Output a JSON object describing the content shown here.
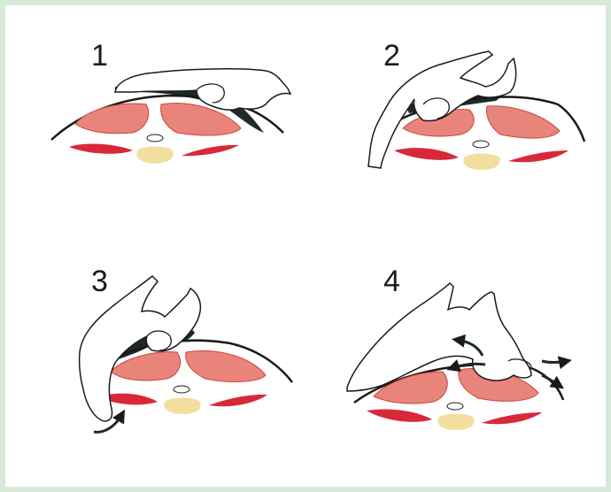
{
  "colors": {
    "border": "#d6ead8",
    "outline": "#1a1a1a",
    "muscle_upper_fill": "#e9847a",
    "muscle_upper_stroke": "#c9473c",
    "muscle_lower": "#d9283a",
    "spine_fill": "#f2dfa0",
    "dark_fill": "#1c2a2a",
    "hand_fill": "#ffffff"
  },
  "panels": [
    {
      "label": "1"
    },
    {
      "label": "2"
    },
    {
      "label": "3"
    },
    {
      "label": "4"
    }
  ]
}
